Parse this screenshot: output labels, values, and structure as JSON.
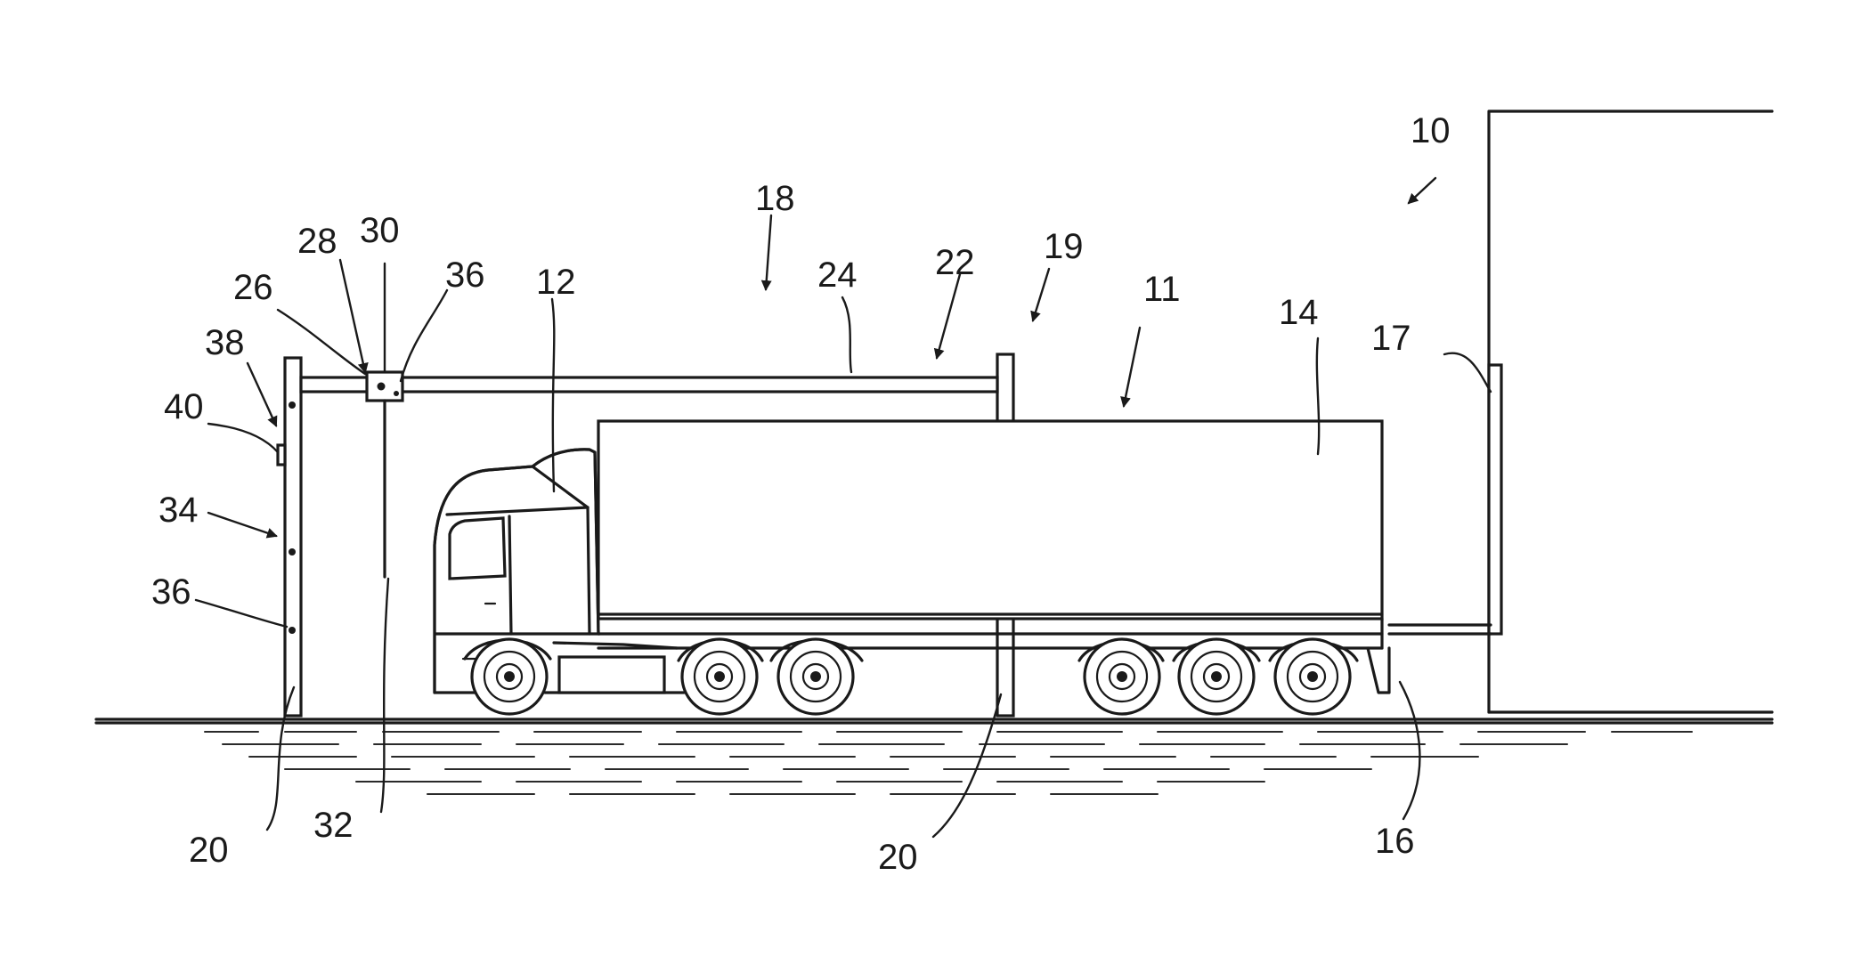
{
  "figure": {
    "labels": [
      {
        "id": "10",
        "text": "10"
      },
      {
        "id": "11",
        "text": "11"
      },
      {
        "id": "12",
        "text": "12"
      },
      {
        "id": "14",
        "text": "14"
      },
      {
        "id": "16",
        "text": "16"
      },
      {
        "id": "17",
        "text": "17"
      },
      {
        "id": "18",
        "text": "18"
      },
      {
        "id": "19",
        "text": "19"
      },
      {
        "id": "20a",
        "text": "20"
      },
      {
        "id": "20b",
        "text": "20"
      },
      {
        "id": "22",
        "text": "22"
      },
      {
        "id": "24",
        "text": "24"
      },
      {
        "id": "26",
        "text": "26"
      },
      {
        "id": "28",
        "text": "28"
      },
      {
        "id": "30",
        "text": "30"
      },
      {
        "id": "32",
        "text": "32"
      },
      {
        "id": "34",
        "text": "34"
      },
      {
        "id": "36a",
        "text": "36"
      },
      {
        "id": "36b",
        "text": "36"
      },
      {
        "id": "38",
        "text": "38"
      },
      {
        "id": "40",
        "text": "40"
      }
    ]
  }
}
